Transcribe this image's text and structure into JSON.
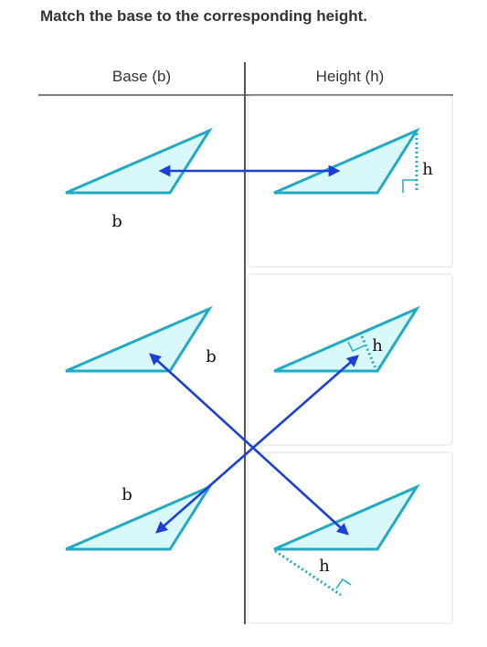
{
  "prompt": "Match the base to the corresponding height.",
  "columns": {
    "left": "Base (b)",
    "right": "Height (h)"
  },
  "labels": {
    "base": "b",
    "height": "h"
  },
  "colors": {
    "triangle_fill": "#d9f8fa",
    "triangle_stroke": "#22aac3",
    "arrow": "#1c3fd8",
    "divider": "#555555"
  },
  "matches": [
    {
      "base": 1,
      "height": 1
    },
    {
      "base": 2,
      "height": 3
    },
    {
      "base": 3,
      "height": 2
    }
  ]
}
